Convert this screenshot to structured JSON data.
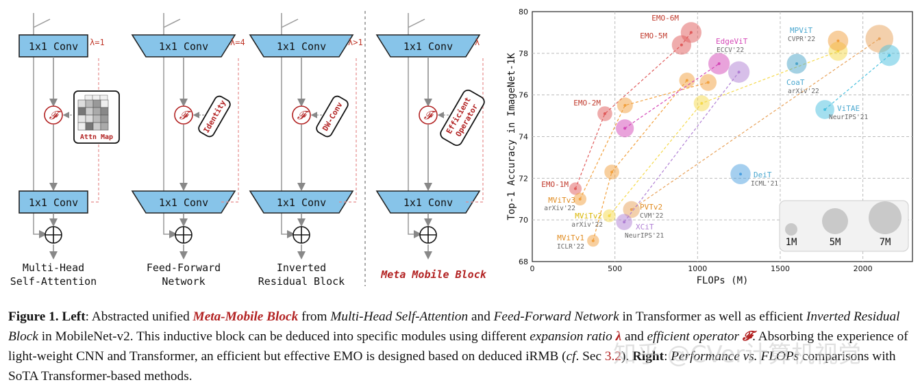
{
  "blocks": [
    {
      "conv_top": "1x1 Conv",
      "conv_bottom": "1x1 Conv",
      "lambda": "λ=1",
      "op": "Attn Map",
      "name_line1": "Multi-Head",
      "name_line2": "Self-Attention"
    },
    {
      "conv_top": "1x1 Conv",
      "conv_bottom": "1x1 Conv",
      "lambda": "λ=4",
      "op": "Identity",
      "name_line1": "Feed-Forward",
      "name_line2": "Network"
    },
    {
      "conv_top": "1x1 Conv",
      "conv_bottom": "1x1 Conv",
      "lambda": "λ>1",
      "op": "DW-Conv",
      "name_line1": "Inverted",
      "name_line2": "Residual Block"
    },
    {
      "conv_top": "1x1 Conv",
      "conv_bottom": "1x1 Conv",
      "lambda": "λ",
      "op_line1": "Efficient",
      "op_line2": "Operator",
      "name": "Meta Mobile Block"
    }
  ],
  "f_symbol": "𝓕",
  "plus_symbol": "⊕",
  "chart_data": {
    "type": "scatter",
    "xlabel": "FLOPs (M)",
    "ylabel": "Top-1 Accuracy in ImageNet-1K",
    "xlim": [
      0,
      2300
    ],
    "ylim": [
      68,
      80
    ],
    "xticks": [
      "0",
      "500",
      "1000",
      "1500",
      "2000"
    ],
    "yticks": [
      "68",
      "70",
      "72",
      "74",
      "76",
      "78",
      "80"
    ],
    "grid": true,
    "size_legend": {
      "labels": [
        "1M",
        "5M",
        "7M"
      ],
      "params": [
        1,
        5,
        7
      ],
      "placement": "bottom-right"
    },
    "series": [
      {
        "name": "EMO",
        "color": "#e05a5a",
        "points": [
          {
            "label": "EMO-1M",
            "x": 261,
            "y": 71.5,
            "params": 1.3
          },
          {
            "label": "EMO-2M",
            "x": 439,
            "y": 75.1,
            "params": 2.3
          },
          {
            "label": "EMO-5M",
            "x": 903,
            "y": 78.4,
            "params": 5.1
          },
          {
            "label": "EMO-6M",
            "x": 961,
            "y": 79.0,
            "params": 6.1
          }
        ]
      },
      {
        "name": "MViTv1",
        "venue": "ICLR'22",
        "color": "#f2a03d",
        "points": [
          {
            "x": 368,
            "y": 69.0,
            "params": 1.1
          },
          {
            "x": 481,
            "y": 72.3,
            "params": 2.3
          },
          {
            "x": 936,
            "y": 76.7,
            "params": 2.7
          }
        ]
      },
      {
        "name": "MViTv3",
        "venue": "arXiv'22",
        "color": "#f2a03d",
        "points": [
          {
            "x": 289,
            "y": 71.0,
            "params": 1.4
          },
          {
            "x": 561,
            "y": 75.5,
            "params": 2.8
          },
          {
            "x": 1064,
            "y": 76.6,
            "params": 3.4
          }
        ]
      },
      {
        "name": "MViTv2",
        "venue": "arXiv'22",
        "color": "#f5d94a",
        "points": [
          {
            "x": 466,
            "y": 70.2,
            "params": 1.4
          },
          {
            "x": 1025,
            "y": 75.6,
            "params": 2.9
          },
          {
            "x": 1850,
            "y": 78.1,
            "params": 4.9
          }
        ]
      },
      {
        "name": "PVTv2",
        "venue": "CVM'22",
        "color": "#e8a25a",
        "points": [
          {
            "x": 600,
            "y": 70.5,
            "params": 3.4
          },
          {
            "x": 2100,
            "y": 78.7,
            "params": 13.1
          }
        ]
      },
      {
        "name": "EdgeViT",
        "venue": "ECCV'22",
        "color": "#d447b7",
        "points": [
          {
            "x": 560,
            "y": 74.4,
            "params": 4.1
          },
          {
            "x": 1130,
            "y": 77.5,
            "params": 6.7
          }
        ]
      },
      {
        "name": "XCiT",
        "venue": "NeurIPS'21",
        "color": "#b07fd4",
        "points": [
          {
            "x": 556,
            "y": 69.9,
            "params": 3.0
          },
          {
            "x": 1250,
            "y": 77.1,
            "params": 6.7
          }
        ]
      },
      {
        "name": "MPViT",
        "venue": "CVPR'22",
        "color": "#f2a03d",
        "points": [
          {
            "x": 1850,
            "y": 78.6,
            "params": 5.8
          }
        ]
      },
      {
        "name": "CoaT",
        "venue": "arXiv'22",
        "color": "#4aa3c8",
        "points": [
          {
            "x": 1600,
            "y": 77.5,
            "params": 5.5
          }
        ]
      },
      {
        "name": "ViTAE",
        "venue": "NeurIPS'21",
        "color": "#49c0df",
        "points": [
          {
            "x": 1770,
            "y": 75.3,
            "params": 4.8
          },
          {
            "x": 2160,
            "y": 77.9,
            "params": 6.5
          }
        ]
      },
      {
        "name": "DeiT",
        "venue": "ICML'21",
        "color": "#4b9fe0",
        "points": [
          {
            "x": 1260,
            "y": 72.2,
            "params": 5.7
          }
        ]
      }
    ]
  },
  "caption": {
    "fig": "Figure 1.",
    "left": "Left",
    "t1": ": Abstracted unified ",
    "mmb": "Meta-Mobile Block",
    "t2": " from ",
    "mhsa": "Multi-Head Self-Attention",
    "t3": " and ",
    "ffn": "Feed-Forward Network",
    "t4": " in Transformer as well as efficient ",
    "irb": "Inverted Residual Block",
    "t5": " in MobileNet-v2. This inductive block can be deduced into specific modules using different ",
    "er": "expansion ratio",
    "lam": "λ",
    "t6": " and ",
    "eo": "efficient operator",
    "fsym": "𝓕",
    "t7": ". Absorbing the experience of light-weight CNN and Transformer, an efficient but effective EMO is designed based on deduced iRMB (",
    "cf": "cf",
    "t8": ". Sec ",
    "sec": "3.2",
    "t9": "). ",
    "right": "Right",
    "t10": ": ",
    "perf": "Performance vs. FLOPs",
    "t11": " comparisons with SoTA Transformer-based methods."
  },
  "watermark": "知乎 @CVer计算机视觉"
}
